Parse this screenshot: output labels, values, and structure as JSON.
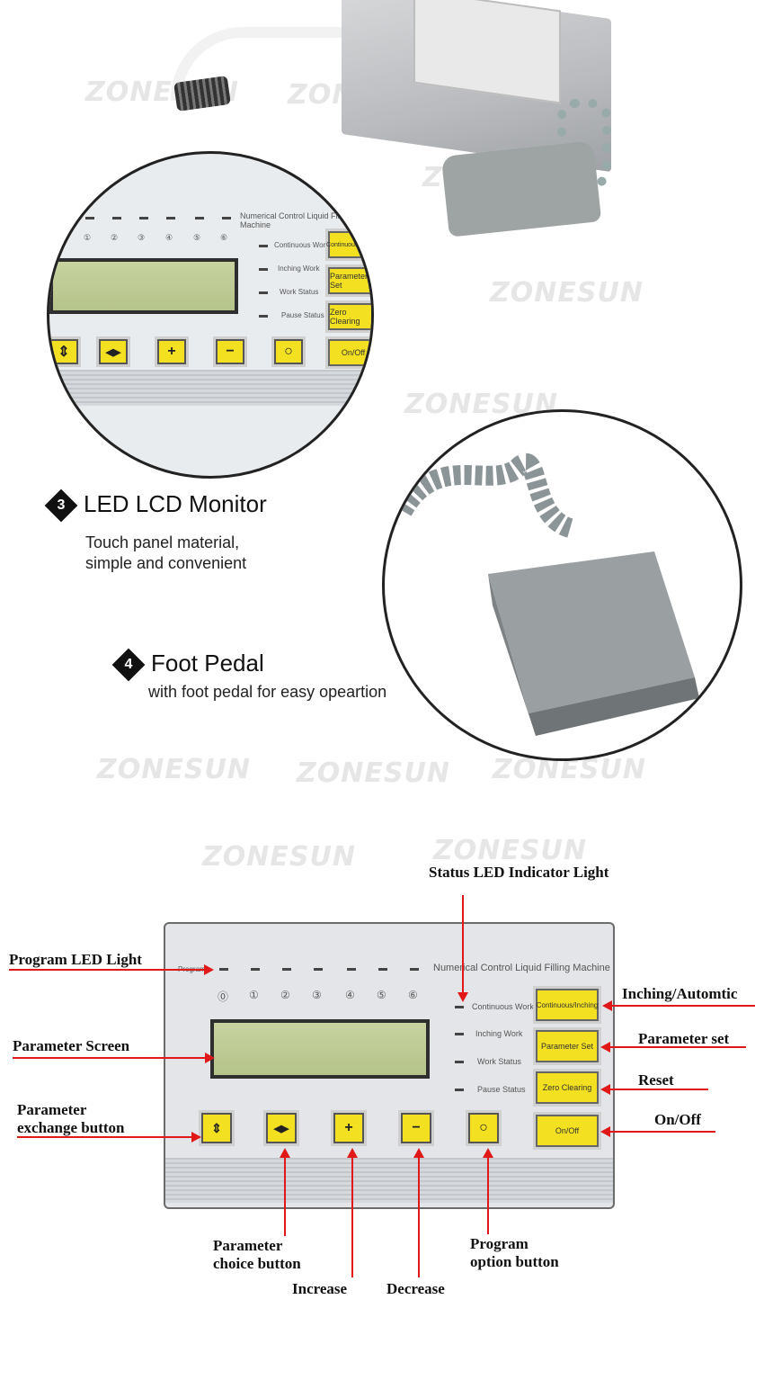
{
  "watermark": "ZONESUN",
  "zoom_panel": {
    "title": "Numerical Control Liquid Filling Machine",
    "program_numbers": [
      "①",
      "②",
      "③",
      "④",
      "⑤",
      "⑥"
    ],
    "status_labels": [
      "Continuous Work",
      "Inching Work",
      "Work Status",
      "Pause Status"
    ],
    "side_buttons": [
      "Continuous/Inching",
      "Parameter Set",
      "Zero Clearing",
      "On/Off"
    ]
  },
  "features": [
    {
      "number": "3",
      "title": "LED LCD Monitor",
      "desc_lines": [
        "Touch panel material,",
        "simple and convenient"
      ]
    },
    {
      "number": "4",
      "title": "Foot Pedal",
      "desc_lines": [
        "with foot pedal for easy opeartion"
      ]
    }
  ],
  "diagram": {
    "panel": {
      "program_label": "Program",
      "title": "Numerical Control Liquid Filling Machine",
      "program_numbers": [
        "⓪",
        "①",
        "②",
        "③",
        "④",
        "⑤",
        "⑥"
      ],
      "status_labels": [
        "Continuous Work",
        "Inching Work",
        "Work Status",
        "Pause Status"
      ],
      "side_buttons": [
        "Continuous/Inching",
        "Parameter Set",
        "Zero Clearing",
        "On/Off"
      ]
    },
    "labels": {
      "status_led": "Status LED Indicator Light",
      "program_led": "Program LED Light",
      "parameter_screen": "Parameter Screen",
      "param_exchange_1": "Parameter",
      "param_exchange_2": "exchange button",
      "inching": "Inching/Automtic",
      "parameter_set": "Parameter set",
      "reset": "Reset",
      "onoff": "On/Off",
      "param_choice_1": "Parameter",
      "param_choice_2": "choice button",
      "increase": "Increase",
      "decrease": "Decrease",
      "program_option_1": "Program",
      "program_option_2": "option button"
    }
  },
  "colors": {
    "arrow": "#e01818",
    "button": "#f3e021",
    "lcd": "#bccb92"
  }
}
